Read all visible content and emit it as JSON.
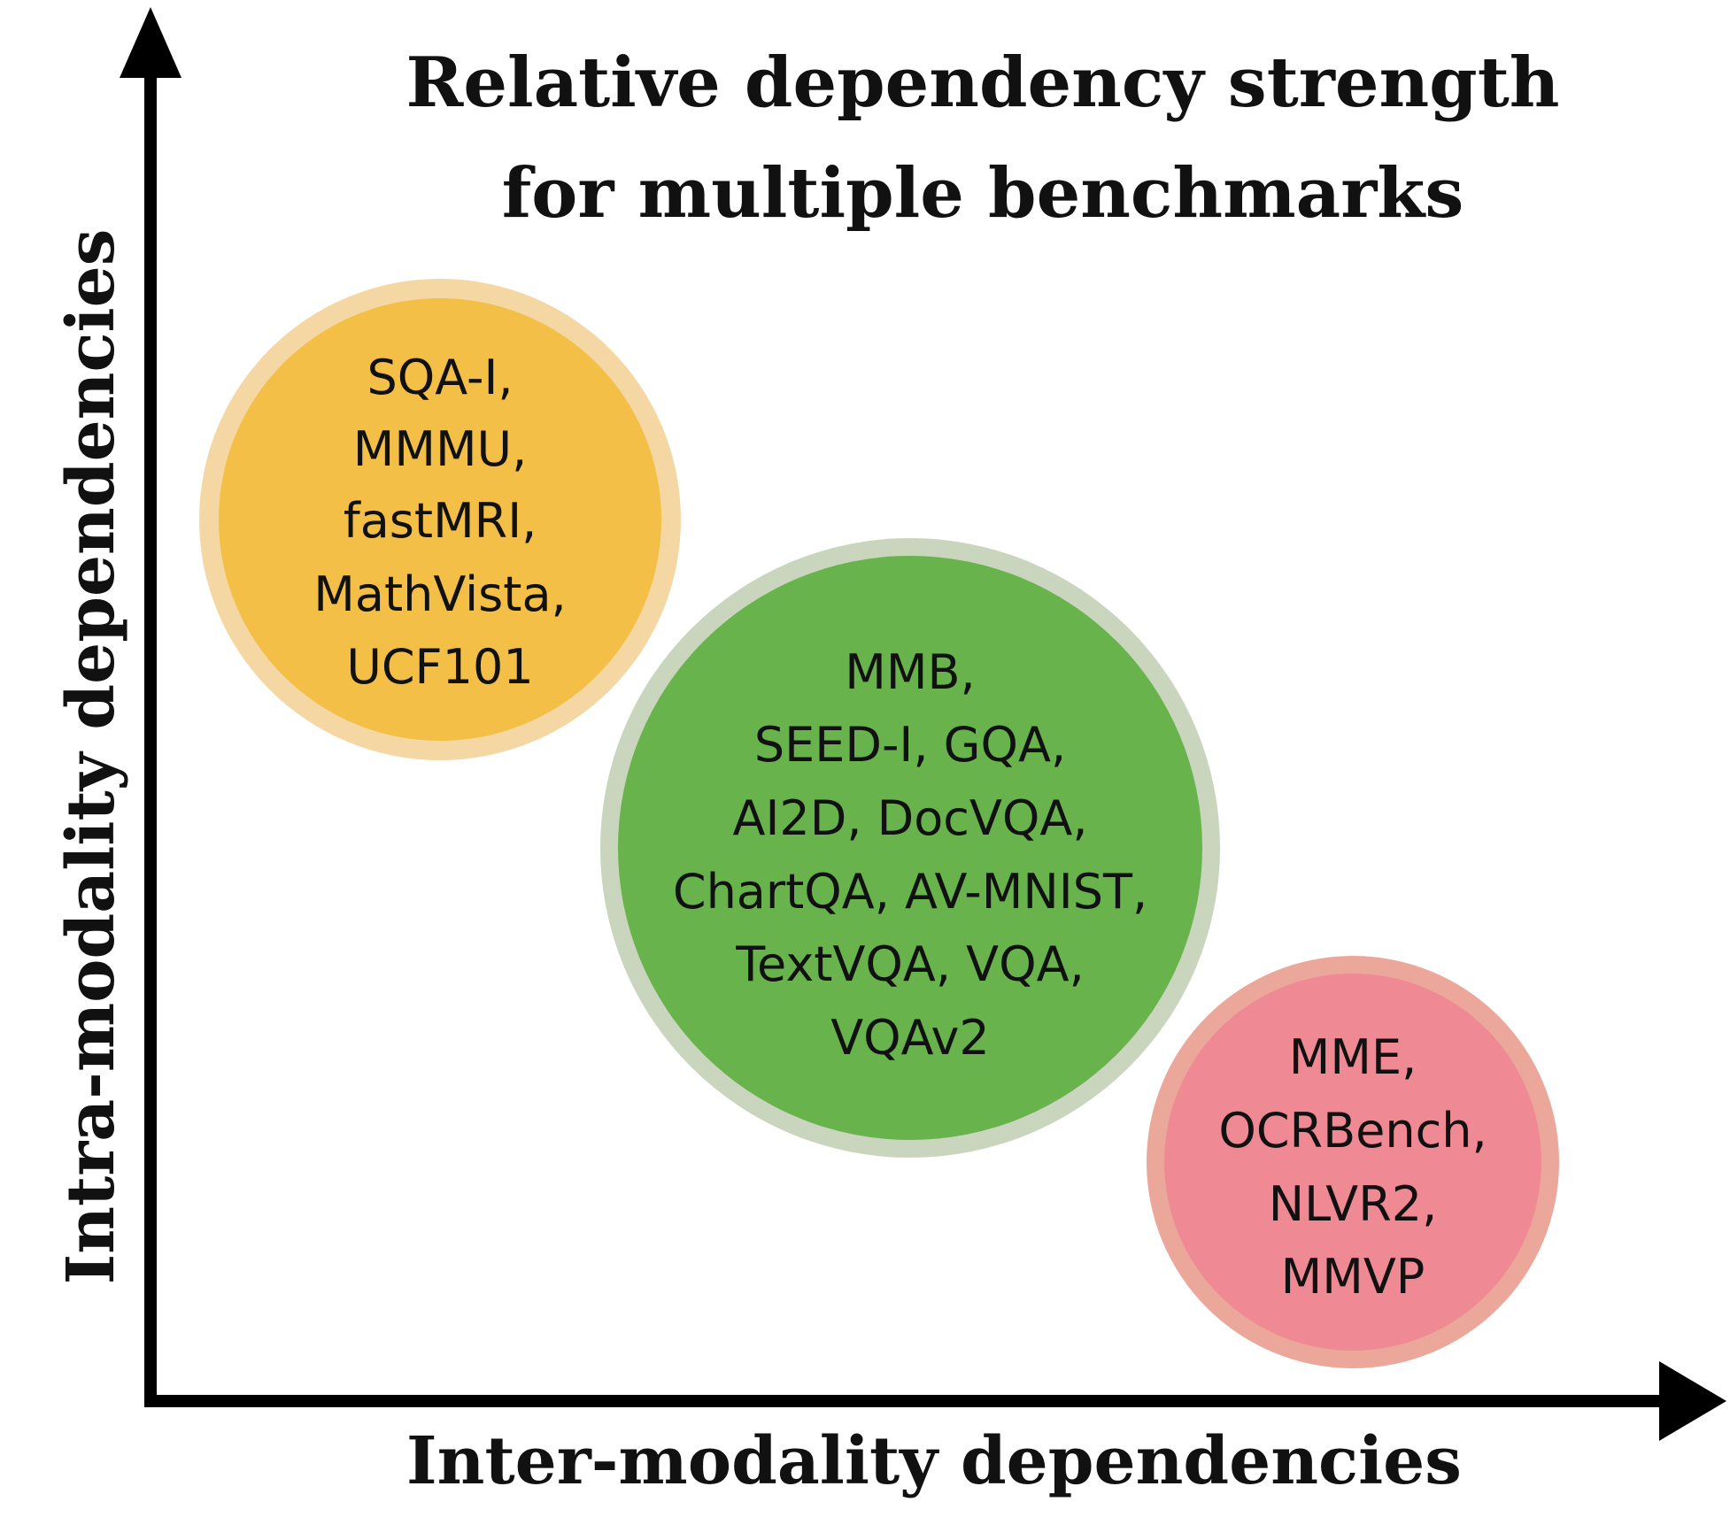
{
  "title": {
    "line1": "Relative dependency strength",
    "line2": "for multiple benchmarks"
  },
  "axes": {
    "x_label": "Inter-modality dependencies",
    "y_label": "Intra-modality dependencies"
  },
  "colors": {
    "axis": "#000000",
    "text": "#111111",
    "orange_fill": "#f3bf46",
    "orange_ring": "#f4d7a3",
    "green_fill": "#68b34c",
    "green_ring": "#c9d6bd",
    "red_fill": "#ef8a95",
    "red_ring": "#eca79b"
  },
  "bubbles": [
    {
      "id": "orange",
      "lines": [
        "SQA-I,",
        "MMMU,",
        "fastMRI,",
        "MathVista,",
        "UCF101"
      ]
    },
    {
      "id": "green",
      "lines": [
        "MMB,",
        "SEED-I, GQA,",
        "AI2D, DocVQA,",
        "ChartQA, AV-MNIST,",
        "TextVQA, VQA,",
        "VQAv2"
      ]
    },
    {
      "id": "red",
      "lines": [
        "MME,",
        "OCRBench,",
        "NLVR2,",
        "MMVP"
      ]
    }
  ]
}
